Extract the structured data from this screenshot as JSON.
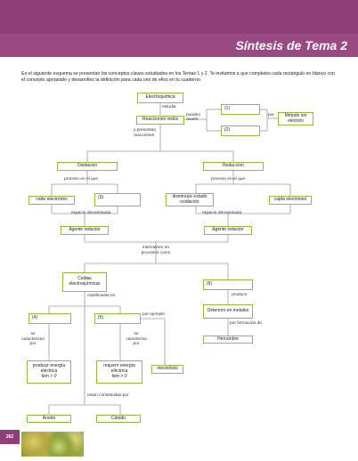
{
  "section_title": "Síntesis de Tema 2",
  "intro": "En el siguiente esquema se presentan los conceptos claves estudiados en los Temas 1 y 2. Te invitamos a que completes cada rectángulo en blanco con el concepto apropiado y desarrolles la definición para cada uno de ellos en tu cuaderno.",
  "page_number": "262",
  "colors": {
    "accent": "#8f3e78",
    "box_border": "#8cbf3a",
    "line": "#9a9a9a"
  },
  "map": {
    "electroquimica": "Electroquímica",
    "estudia": "estudia",
    "reacciones_redox": "Reacciones redox",
    "pueden_ocurrir": "pueden ocurrir",
    "blank1": "(1)",
    "blank2": "(2)",
    "por": "por",
    "metodo_ion_electron": "Método ion electrón",
    "y_presentan": "y presentan reacciones",
    "oxidacion": "Oxidación",
    "reduccion": "Reducción",
    "proceso_en_el_que_1": "proceso en el que",
    "proceso_en_el_que_2": "proceso en el que",
    "cede_electrones": "cede electrones",
    "blank3": "(3)",
    "disminuye_estado": "disminuye estado oxidación",
    "capta_electrones": "capta electrones",
    "especie_denominada_1": "especie denominada",
    "especie_denominada_2": "especie denominada",
    "agente_reductor_1": "Agente reductor",
    "agente_reductor_2": "Agente reductor",
    "intervienen": "intervienen en procesos como",
    "celdas": "Celdas electroquímicas",
    "clasificadas_en": "clasificadas en",
    "blank4": "(4)",
    "blank5": "(5)",
    "por_ejemplo": "por ejemplo",
    "se_caracterizan_1": "se caracterizan por",
    "se_caracterizan_2": "se caracteriza por",
    "producir_energia": "producir energía eléctrica",
    "fem1": "fem > 0",
    "requerir_energia": "requerir energía eléctrica",
    "fem2": "fem > 0",
    "electrolisis": "electrólisis",
    "estan_constituidas": "están constituidas por",
    "anodo": "Ánodo",
    "catodo": "Cátodo",
    "blank6": "(6)",
    "produce": "produce",
    "deterioro": "Deterioro en metales",
    "por_formacion": "por formación de",
    "herrumbre": "Herrumbre"
  }
}
